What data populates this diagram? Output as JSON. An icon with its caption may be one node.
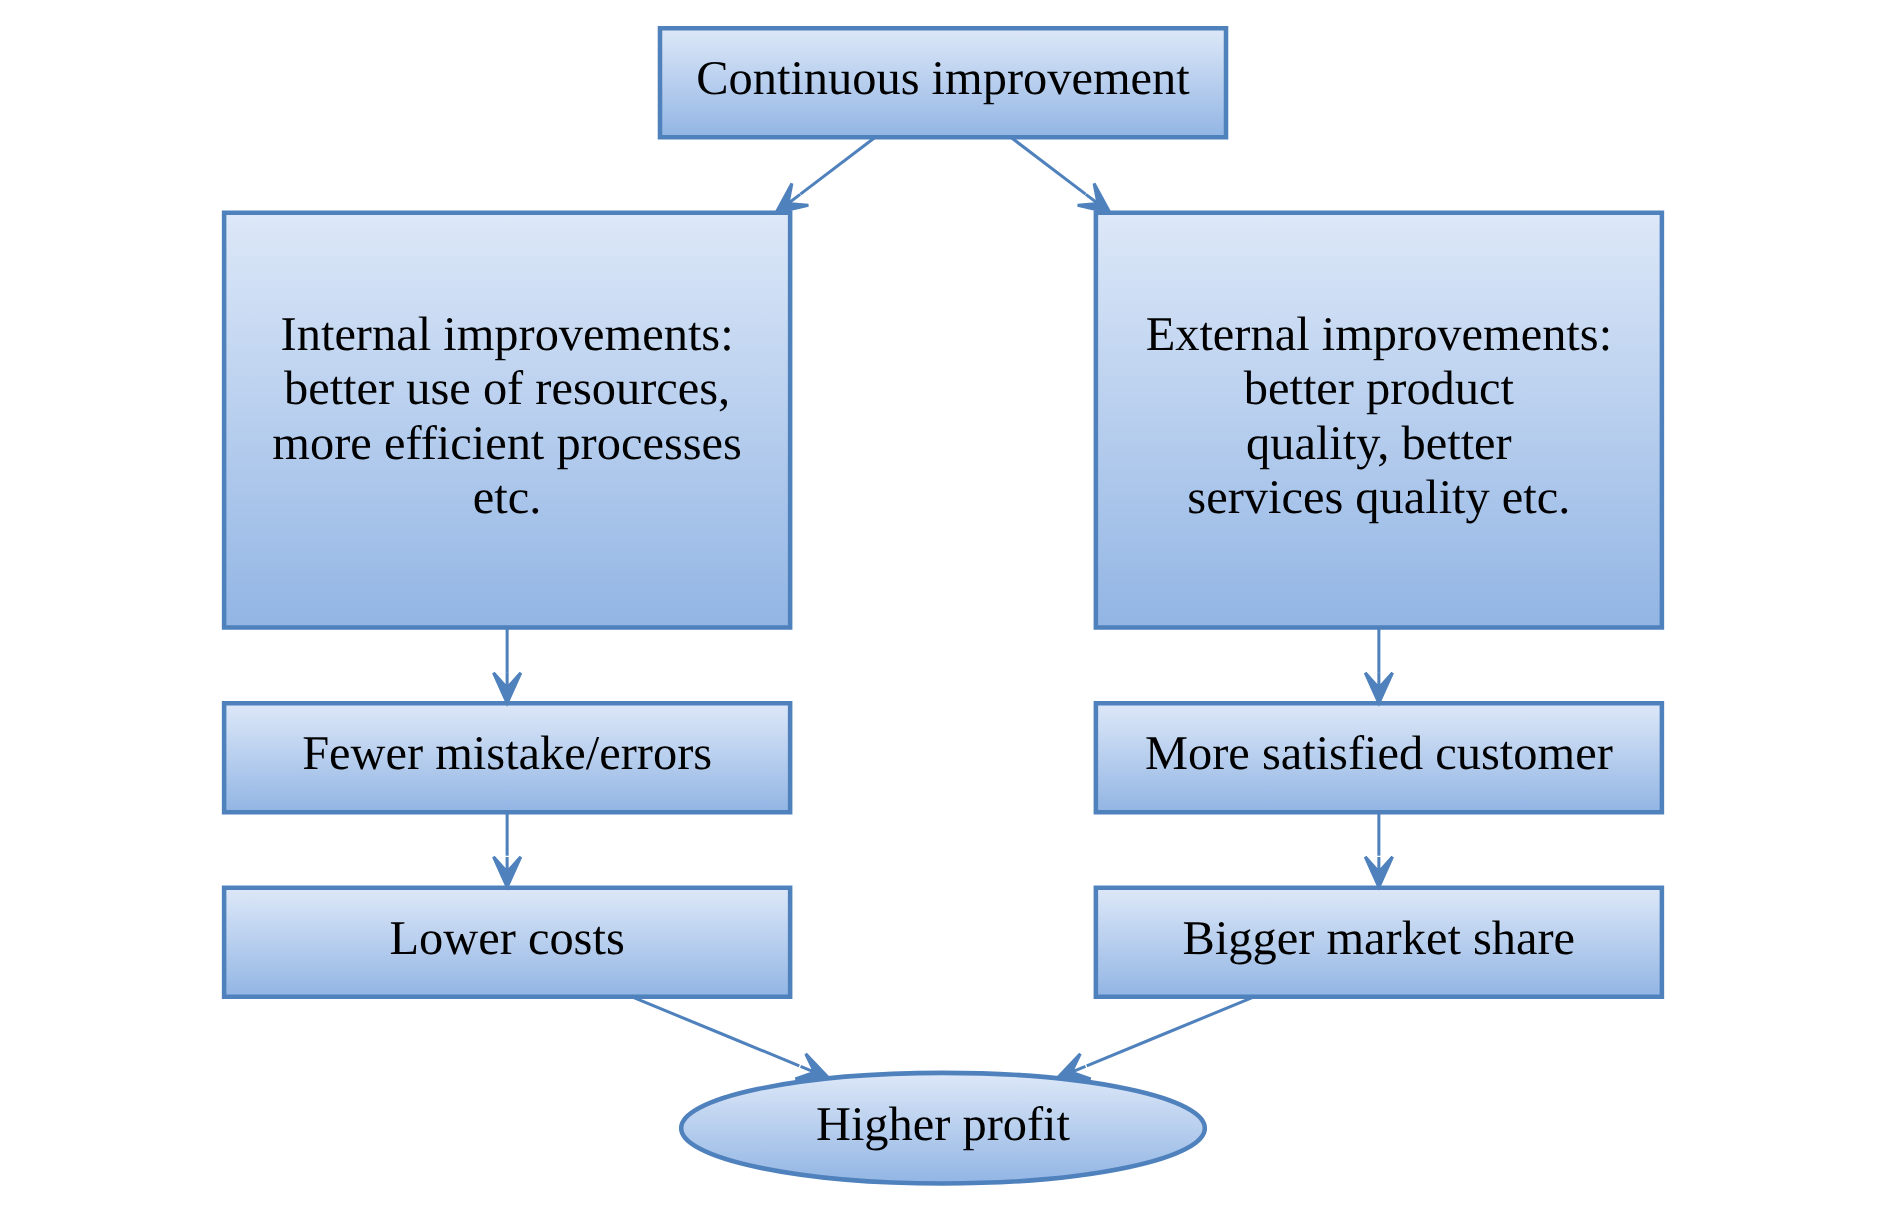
{
  "diagram": {
    "nodes": [
      {
        "text": [
          "Continuous improvement"
        ]
      },
      {
        "text": [
          "Internal improvements: better use of resources, more efficient processes etc."
        ]
      },
      {
        "text": [
          "External improvements: better product quality, better services quality etc."
        ]
      },
      {
        "text": [
          "Fewer mistake/errors"
        ]
      },
      {
        "text": [
          "More satisfied customer"
        ]
      },
      {
        "text": [
          "Lower costs"
        ]
      },
      {
        "text": [
          "Bigger market share"
        ]
      },
      {
        "text": [
          "Higher profit"
        ]
      }
    ],
    "edges": [
      {
        "from": 0,
        "to": 1,
        "arrow": "to"
      },
      {
        "from": 0,
        "to": 2,
        "arrow": "to"
      },
      {
        "from": 1,
        "to": 3,
        "arrow": "to"
      },
      {
        "from": 2,
        "to": 4,
        "arrow": "to"
      },
      {
        "from": 3,
        "to": 5,
        "arrow": "to"
      },
      {
        "from": 4,
        "to": 6,
        "arrow": "to"
      },
      {
        "from": 5,
        "to": 7,
        "arrow": "to"
      },
      {
        "from": 6,
        "to": 7,
        "arrow": "to"
      }
    ]
  }
}
